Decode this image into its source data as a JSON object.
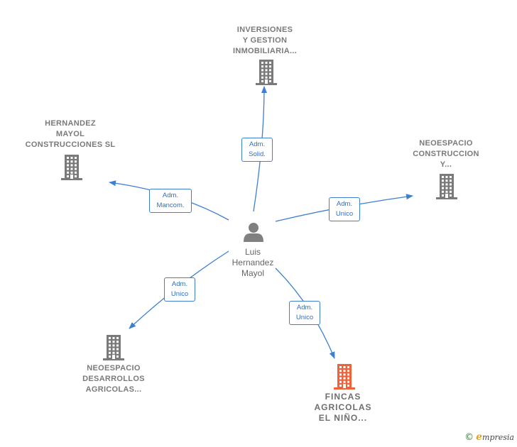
{
  "colors": {
    "edge": "#3d7fd1",
    "company": "#7a7a7a",
    "highlight": "#f0623a",
    "person": "#808080"
  },
  "person": {
    "label": "Luis\nHernandez\nMayol",
    "icon": "person-icon"
  },
  "companies": [
    {
      "id": "inversiones",
      "label": "INVERSIONES\nY GESTION\nINMOBILIARIA...",
      "icon": "building-icon",
      "highlight": false
    },
    {
      "id": "hernandez-mayol",
      "label": "HERNANDEZ\nMAYOL\nCONSTRUCCIONES SL",
      "icon": "building-icon",
      "highlight": false
    },
    {
      "id": "neoespacio-construccion",
      "label": "NEOESPACIO\nCONSTRUCCION\nY...",
      "icon": "building-icon",
      "highlight": false
    },
    {
      "id": "neoespacio-desarrollos",
      "label": "NEOESPACIO\nDESARROLLOS\nAGRICOLAS...",
      "icon": "building-icon",
      "highlight": false
    },
    {
      "id": "fincas-agricolas",
      "label": "FINCAS\nAGRICOLAS\nEL NIÑO...",
      "icon": "building-icon",
      "highlight": true
    }
  ],
  "edges": [
    {
      "to": "inversiones",
      "label": "Adm.\nSolid."
    },
    {
      "to": "hernandez-mayol",
      "label": "Adm.\nMancom."
    },
    {
      "to": "neoespacio-construccion",
      "label": "Adm.\nUnico"
    },
    {
      "to": "neoespacio-desarrollos",
      "label": "Adm.\nUnico"
    },
    {
      "to": "fincas-agricolas",
      "label": "Adm.\nUnico"
    }
  ],
  "brand": {
    "copyright": "©",
    "name_first": "e",
    "name_rest": "mpresia"
  }
}
